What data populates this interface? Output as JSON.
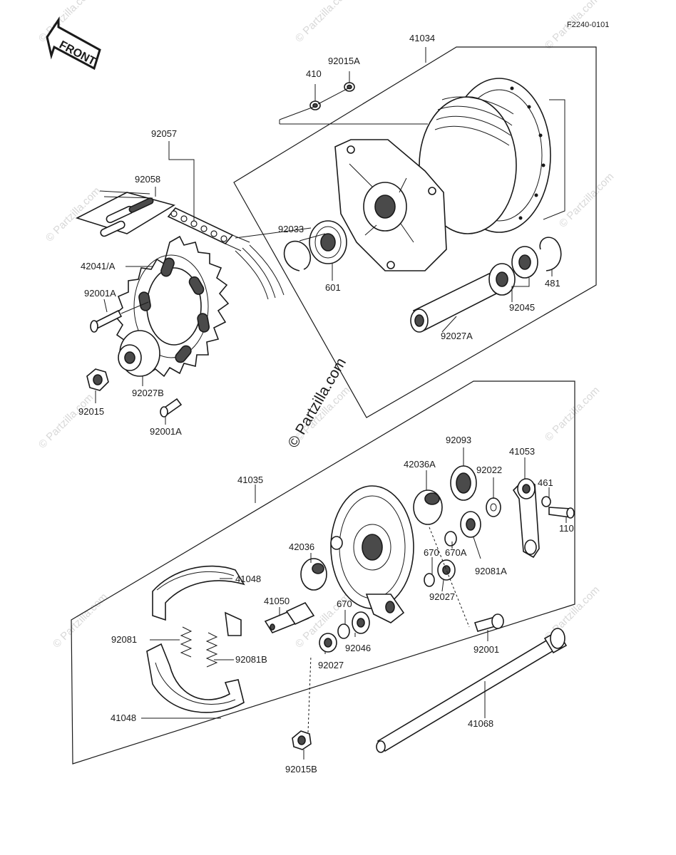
{
  "diagram_code": "F2240-0101",
  "front_label": "FRONT",
  "watermark": "© Partzilla.com",
  "center_watermark": "© Partzilla.com",
  "labels": {
    "p41034": "41034",
    "p410": "410",
    "p92015A": "92015A",
    "p92057": "92057",
    "p92058": "92058",
    "p42041A": "42041/A",
    "p92001A_1": "92001A",
    "p92027B": "92027B",
    "p92015": "92015",
    "p92001A_2": "92001A",
    "p92033": "92033",
    "p601": "601",
    "p481": "481",
    "p92045": "92045",
    "p92027A": "92027A",
    "p41035": "41035",
    "p92093": "92093",
    "p41053": "41053",
    "p42036A": "42036A",
    "p92022": "92022",
    "p461": "461",
    "p110": "110",
    "p42036": "42036",
    "p670_1": "670",
    "p670A": "670A",
    "p92081A": "92081A",
    "p92027_1": "92027",
    "p41048_1": "41048",
    "p41050": "41050",
    "p670_2": "670",
    "p92046": "92046",
    "p92001": "92001",
    "p92081": "92081",
    "p92081B": "92081B",
    "p92027_2": "92027",
    "p41048_2": "41048",
    "p41068": "41068",
    "p92015B": "92015B"
  }
}
